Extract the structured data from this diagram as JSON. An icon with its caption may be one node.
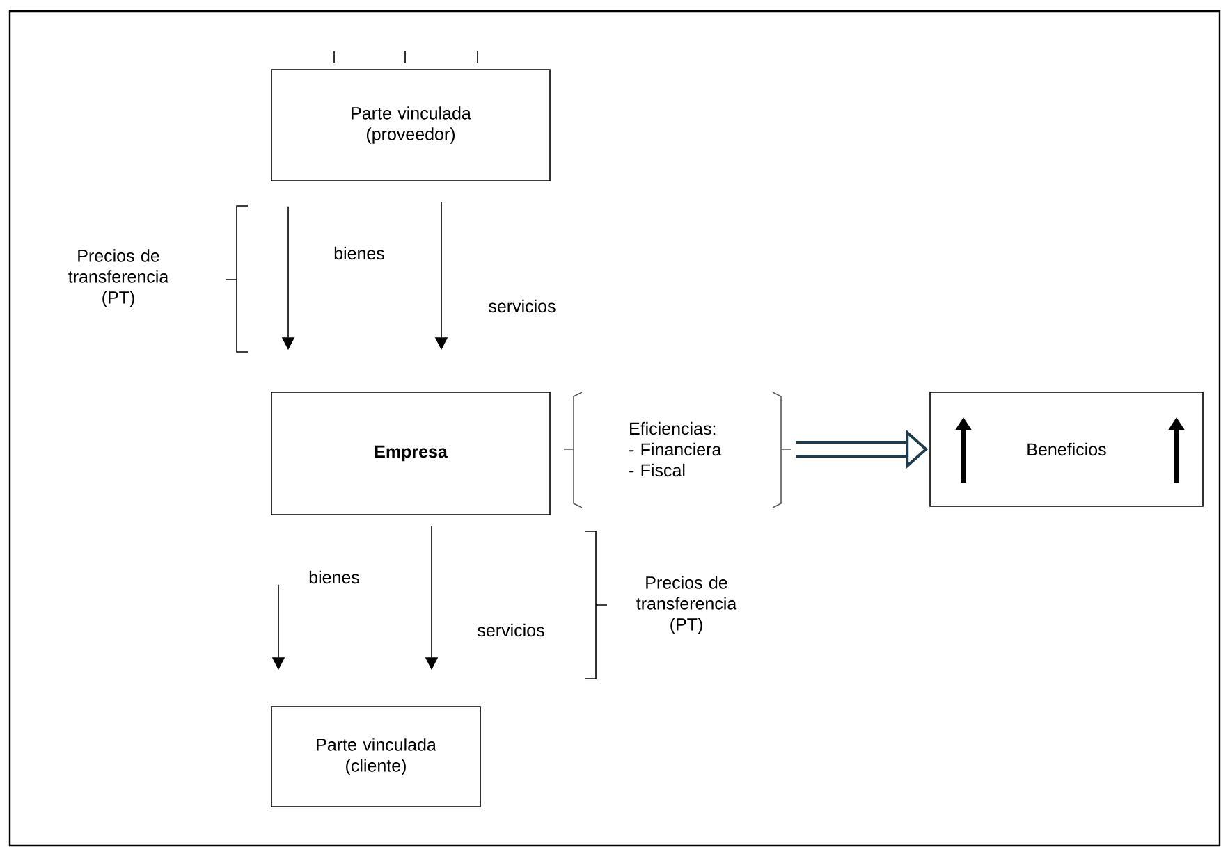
{
  "diagram": {
    "nodes": [
      {
        "text": [
          "Parte vinculada (proveedor)"
        ]
      },
      {
        "text": [
          "Empresa"
        ]
      },
      {
        "text": [
          "Eficiencias: - Financiera - Fiscal"
        ]
      },
      {
        "text": [
          "Beneficios"
        ]
      },
      {
        "text": [
          "Parte vinculada (cliente)"
        ]
      }
    ],
    "edges": [
      {
        "from": 0,
        "to": 1,
        "arrow": "to",
        "label": "bienes"
      },
      {
        "from": 0,
        "to": 1,
        "arrow": "to",
        "label": "servicios"
      },
      {
        "from": 2,
        "to": 3,
        "arrow": "to",
        "style": "thick",
        "color": "#1f3a4a"
      },
      {
        "from": 1,
        "to": 4,
        "arrow": "to",
        "label": "bienes"
      },
      {
        "from": 1,
        "to": 4,
        "arrow": "to",
        "label": "servicios"
      }
    ],
    "labels": [
      "Precios de transferencia (PT)",
      "Precios de transferencia (PT)"
    ]
  }
}
